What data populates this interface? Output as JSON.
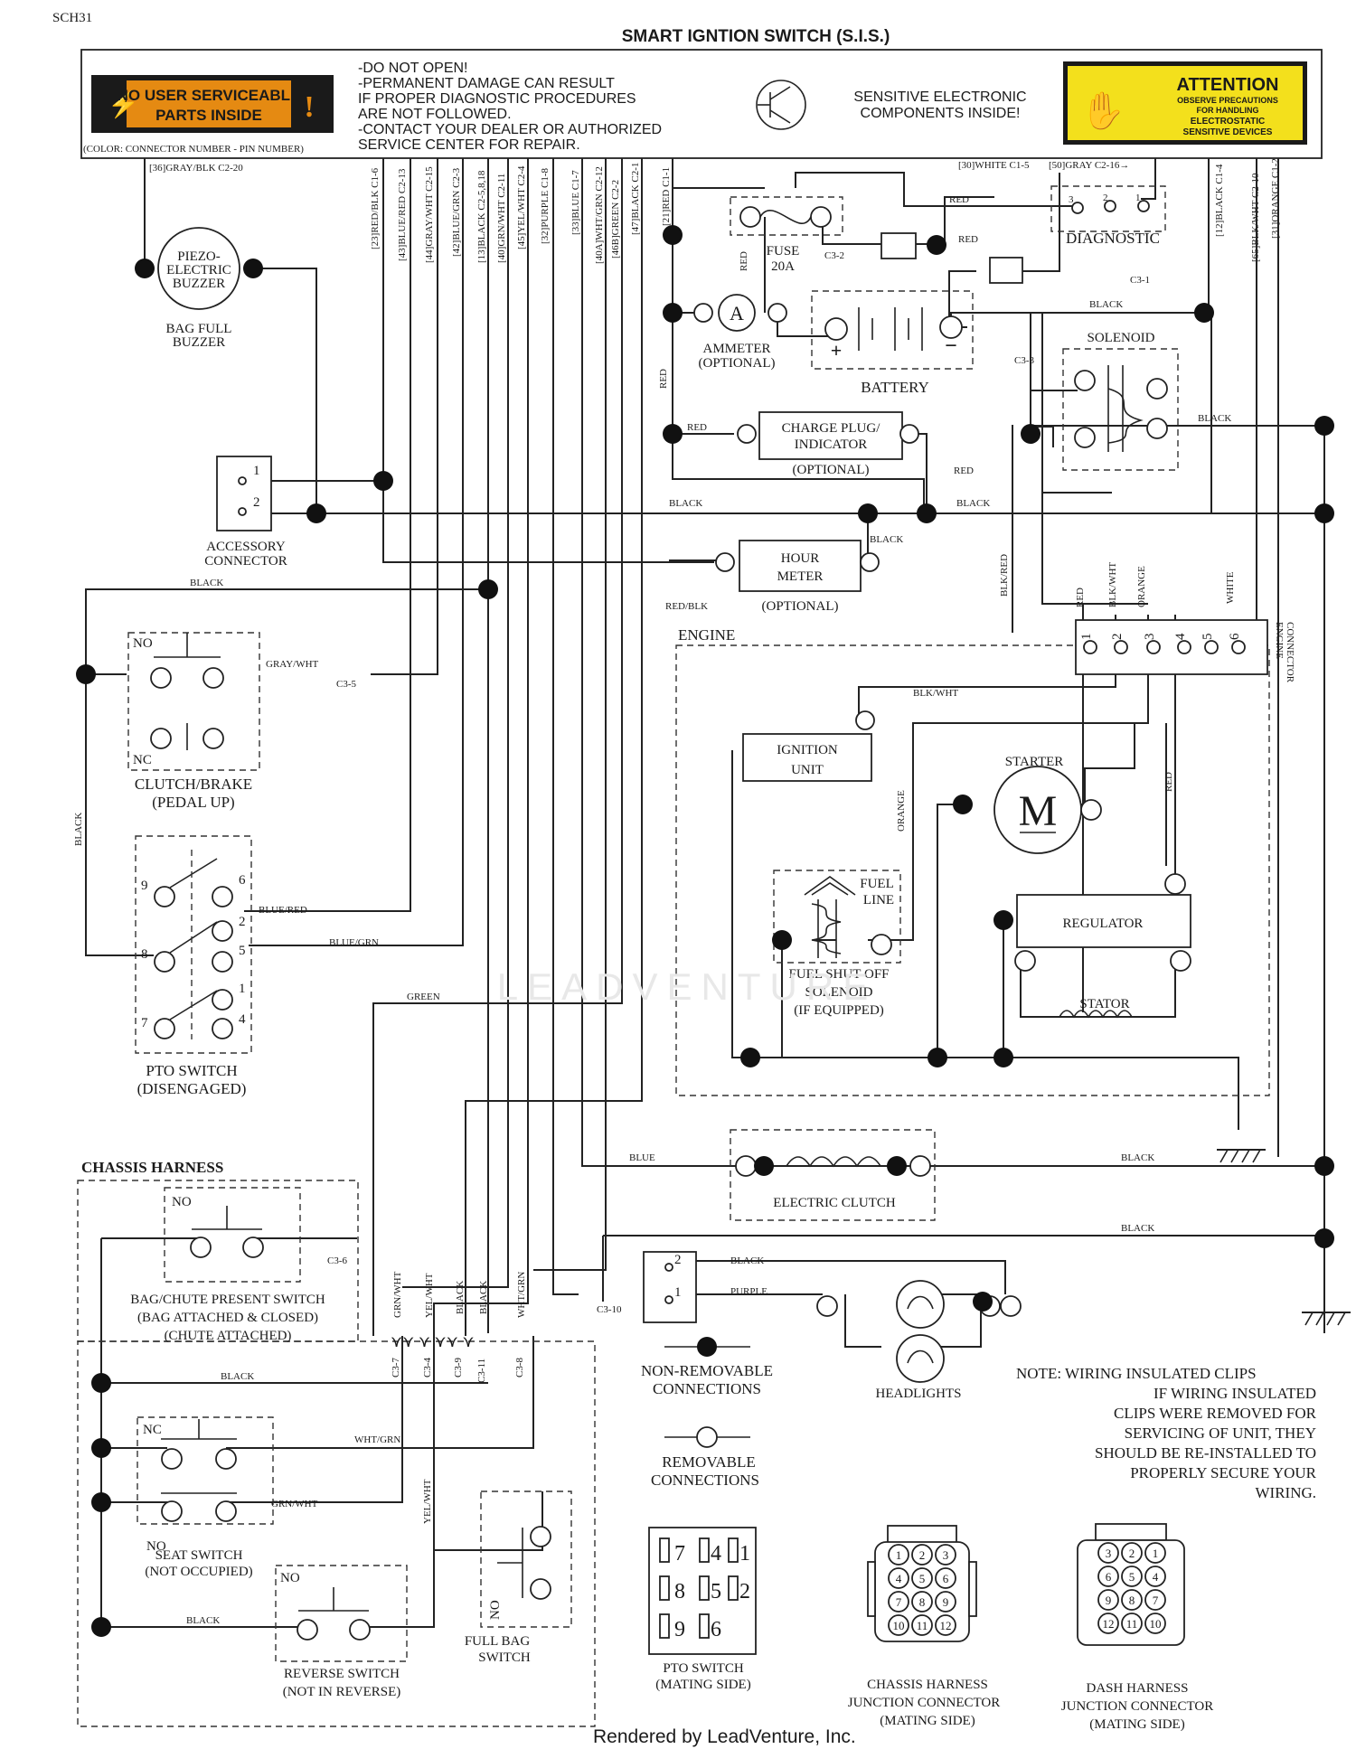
{
  "page_code": "SCH31",
  "title": "SMART IGNTION SWITCH (S.I.S.)",
  "banner": {
    "no_user_line1": "NO USER SERVICEABLE",
    "no_user_line2": "PARTS INSIDE",
    "warning_lines": [
      "-DO NOT OPEN!",
      "-PERMANENT DAMAGE CAN RESULT",
      " IF PROPER DIAGNOSTIC PROCEDURES",
      " ARE NOT FOLLOWED.",
      "-CONTACT YOUR DEALER OR AUTHORIZED",
      " SERVICE CENTER FOR REPAIR."
    ],
    "color_key": "(COLOR: CONNECTOR NUMBER - PIN NUMBER)",
    "sensitive_line1": "SENSITIVE ELECTRONIC",
    "sensitive_line2": "COMPONENTS INSIDE!",
    "attention_title": "ATTENTION",
    "attention_lines": [
      "OBSERVE PRECAUTIONS",
      "FOR HANDLING",
      "ELECTROSTATIC",
      "SENSITIVE DEVICES"
    ]
  },
  "pin_labels": {
    "p36": "[36]GRAY/BLK C2-20",
    "p23": "[23]RED/BLK C1-6",
    "p43": "[43]BLUE/RED C2-13",
    "p44": "[44]GRAY/WHT C2-15",
    "p42": "[42]BLUE/GRN C2-3",
    "p13": "[13]BLACK C2-5,8,18",
    "p40": "[40]GRN/WHT C2-11",
    "p45": "[45]YEL/WHT C2-4",
    "p32": "[32]PURPLE C1-8",
    "p33": "[33]BLUE C1-7",
    "p40a": "[40A]WHT/GRN C2-12",
    "p46": "[46B]GREEN C2-2",
    "p47": "[47]BLACK C2-1",
    "p21": "[21]RED C1-1",
    "p30": "[30]WHITE C1-5",
    "p50": "[50]GRAY C2-16→",
    "p12": "[12]BLACK C1-4",
    "p65": "[65]BLK/WHT C2-10",
    "p31": "[31]ORANGE C1-2"
  },
  "components": {
    "buzzer_line1": "PIEZO-",
    "buzzer_line2": "ELECTRIC",
    "buzzer_line3": "BUZZER",
    "buzzer_cap1": "BAG FULL",
    "buzzer_cap2": "BUZZER",
    "accessory_line1": "ACCESSORY",
    "accessory_line2": "CONNECTOR",
    "fuse": "FUSE",
    "fuse_rating": "20A",
    "ammeter_symbol": "A",
    "ammeter": "AMMETER",
    "ammeter_opt": "(OPTIONAL)",
    "battery": "BATTERY",
    "diagnostic": "DIAGNOSTIC",
    "solenoid": "SOLENOID",
    "charge_line1": "CHARGE PLUG/",
    "charge_line2": "INDICATOR",
    "charge_opt": "(OPTIONAL)",
    "hour_line1": "HOUR",
    "hour_line2": "METER",
    "hour_opt": "(OPTIONAL)",
    "clutch_line1": "CLUTCH/BRAKE",
    "clutch_line2": "(PEDAL UP)",
    "pto_line1": "PTO SWITCH",
    "pto_line2": "(DISENGAGED)",
    "engine": "ENGINE",
    "engine_conn1": "ENGINE",
    "engine_conn2": "CONNECTOR",
    "ignition_line1": "IGNITION",
    "ignition_line2": "UNIT",
    "starter": "STARTER",
    "motor": "M",
    "fuel_line1": "FUEL",
    "fuel_line2": "LINE",
    "fuel_sol1": "FUEL SHUT-OFF",
    "fuel_sol2": "SOLENOID",
    "fuel_sol3": "(IF EQUIPPED)",
    "regulator": "REGULATOR",
    "stator": "STATOR",
    "electric_clutch": "ELECTRIC CLUTCH",
    "headlights": "HEADLIGHTS",
    "chassis_harness": "CHASSIS HARNESS",
    "bag_line1": "BAG/CHUTE PRESENT SWITCH",
    "bag_line2": "(BAG ATTACHED & CLOSED)",
    "bag_line3": "(CHUTE ATTACHED)",
    "seat_line1": "SEAT SWITCH",
    "seat_line2": "(NOT OCCUPIED)",
    "reverse_line1": "REVERSE SWITCH",
    "reverse_line2": "(NOT IN REVERSE)",
    "fullbag_line1": "FULL BAG",
    "fullbag_line2": "SWITCH",
    "no": "NO",
    "nc": "NC"
  },
  "wire_labels": {
    "red": "RED",
    "black": "BLACK",
    "blue": "BLUE",
    "purple": "PURPLE",
    "gray_wht": "GRAY/WHT",
    "blue_red": "BLUE/RED",
    "blue_grn": "BLUE/GRN",
    "green": "GREEN",
    "red_blk": "RED/BLK",
    "blk_wht": "BLK/WHT",
    "blk_red": "BLK/RED",
    "orange": "ORANGE",
    "white": "WHITE",
    "grn_wht": "GRN/WHT",
    "yel_wht": "YEL/WHT",
    "wht_grn": "WHT/GRN"
  },
  "connectors": {
    "c3_1": "C3-1",
    "c3_2": "C3-2",
    "c3_3": "C3-3",
    "c3_4": "C3-4",
    "c3_5": "C3-5",
    "c3_6": "C3-6",
    "c3_7": "C3-7",
    "c3_8": "C3-8",
    "c3_9": "C3-9",
    "c3_10": "C3-10",
    "c3_11": "C3-11"
  },
  "pin_numbers": [
    "1",
    "2",
    "3",
    "4",
    "5",
    "6",
    "7",
    "8",
    "9",
    "10",
    "11",
    "12"
  ],
  "legend": {
    "nonremovable_line1": "NON-REMOVABLE",
    "nonremovable_line2": "CONNECTIONS",
    "removable_line1": "REMOVABLE",
    "removable_line2": "CONNECTIONS"
  },
  "note": {
    "lines": [
      "NOTE: WIRING INSULATED CLIPS",
      "IF WIRING INSULATED",
      "CLIPS WERE REMOVED FOR",
      "SERVICING OF UNIT, THEY",
      "SHOULD BE RE-INSTALLED TO",
      "PROPERLY SECURE YOUR",
      "WIRING."
    ]
  },
  "mating": {
    "pto_line1": "PTO SWITCH",
    "pto_line2": "(MATING SIDE)",
    "chassis_line1": "CHASSIS HARNESS",
    "chassis_line2": "JUNCTION CONNECTOR",
    "chassis_line3": "(MATING SIDE)",
    "dash_line1": "DASH HARNESS",
    "dash_line2": "JUNCTION CONNECTOR",
    "dash_line3": "(MATING SIDE)"
  },
  "watermark": "LEADVENTURE",
  "footer": "Rendered by LeadVenture, Inc."
}
